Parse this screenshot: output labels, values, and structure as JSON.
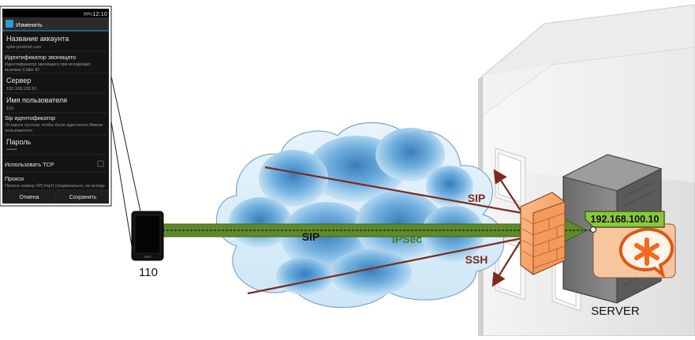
{
  "phone_screen": {
    "status_bar": {
      "battery": "89%",
      "time": "12:10"
    },
    "title": "Изменить",
    "fields": [
      {
        "label": "Название аккаунта",
        "value": "spbx.postmet.com"
      },
      {
        "label": "Идентификатор звонящего",
        "value": "Идентификатор звонящего при исходящих",
        "value2": "вызовах Caller ID"
      },
      {
        "label": "Сервер",
        "value": "192.168.100.10"
      },
      {
        "label": "Имя пользователя",
        "value": "110"
      },
      {
        "label": "Sip идентификатор",
        "value": "Оставьте пустым, чтобы было идентично Имени",
        "value2": "пользователя"
      },
      {
        "label": "Пароль",
        "value": "•••••••"
      },
      {
        "label": "Использовать TCP",
        "value": ""
      },
      {
        "label": "Прокси",
        "value": "Прокси-сервер /IP[:порт] (опционально, не всегда"
      }
    ],
    "buttons": {
      "cancel": "Отмена",
      "save": "Сохранить"
    }
  },
  "device_label": "110",
  "server_label": "SERVER",
  "server_ip": "192.168.100.10",
  "connections": {
    "sip_main": "SIP",
    "ipsec": "IPSec",
    "sip_blocked": "SIP",
    "ssh_blocked": "SSH"
  },
  "colors": {
    "tunnel_green": "#5e8a2b",
    "blocked_red": "#7a2a22",
    "firewall_orange": "#f4a060",
    "asterisk_orange": "#f26a21",
    "cloud_blue": "#8ec7ea"
  }
}
